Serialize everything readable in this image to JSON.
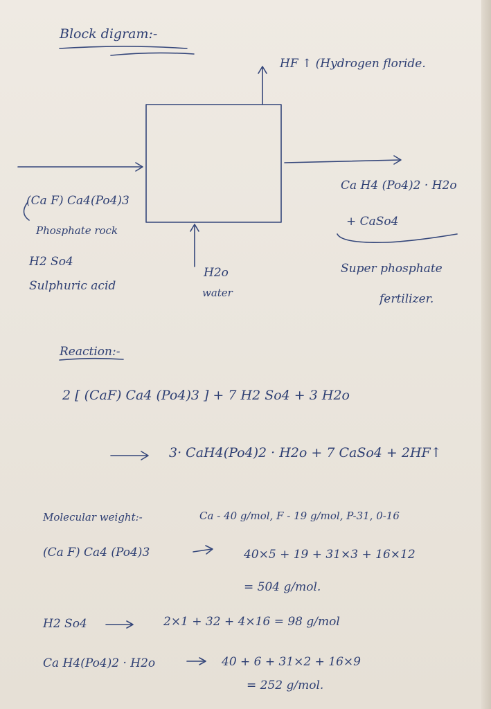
{
  "heading": "Block digram:-",
  "diagram": {
    "top_output": "HF ↑ (Hydrogen floride.",
    "inputs": {
      "formula": "(Ca F) Ca4(Po4)3",
      "name": "Phosphate rock",
      "acid_formula": "H2 So4",
      "acid_name": "Sulphuric acid"
    },
    "bottom_input": {
      "formula": "H2o",
      "name": "water"
    },
    "outputs": {
      "product1": "Ca H4 (Po4)2 · H2o",
      "product2": "+  CaSo4",
      "name_line1": "Super phosphate",
      "name_line2": "fertilizer."
    }
  },
  "reaction": {
    "heading": "Reaction:-",
    "line1": "2 [ (CaF) Ca4 (Po4)3 ] + 7 H2 So4 + 3 H2o",
    "line2": "3· CaH4(Po4)2 · H2o + 7 CaSo4 + 2HF↑"
  },
  "mw": {
    "heading": "Molecular weight:-",
    "constants": "Ca - 40 g/mol,  F - 19 g/mol,  P-31, 0-16",
    "rows": [
      {
        "compound": "(Ca F) Ca4 (Po4)3",
        "expr": "40×5 + 19 + 31×3 + 16×12",
        "result": "= 504 g/mol."
      },
      {
        "compound": "H2 So4",
        "expr": "2×1 + 32 + 4×16 = 98 g/mol",
        "result": ""
      },
      {
        "compound": "Ca H4(Po4)2 · H2o",
        "expr": "40 + 6 + 31×2 + 16×9",
        "result": "= 252 g/mol."
      }
    ]
  }
}
